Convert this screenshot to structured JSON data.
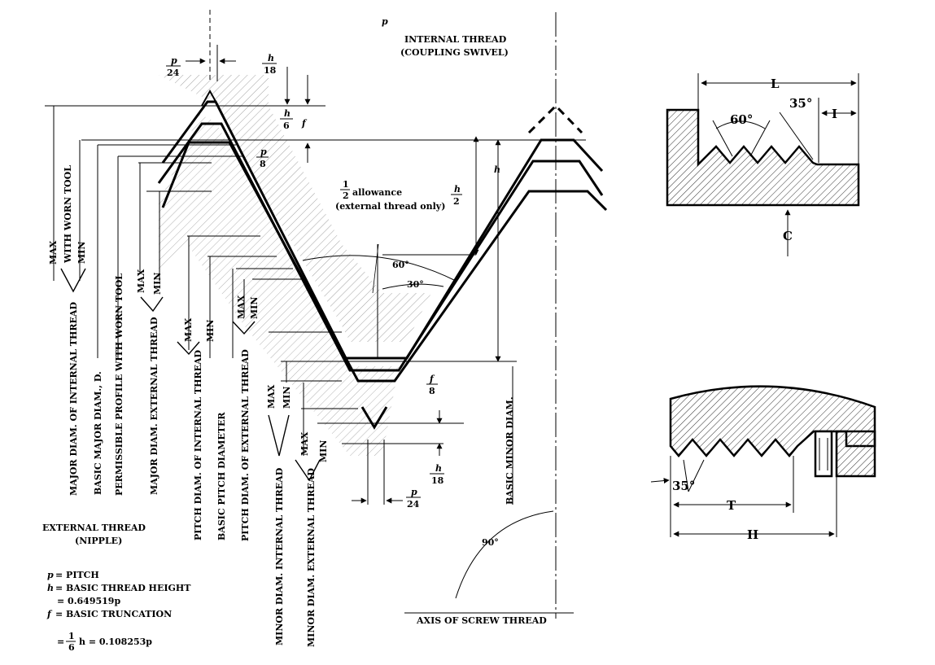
{
  "main": {
    "title": "INTERNAL THREAD",
    "subtitle": "(COUPLING SWIVEL)",
    "pitch_top": "p",
    "top_frac_p_num": "p",
    "top_frac_p_den": "24",
    "top_frac_h_num": "h",
    "top_frac_h_den": "18",
    "frac_h6_num": "h",
    "frac_h6_den": "6",
    "f_label": "f",
    "frac_p8_num": "p",
    "frac_p8_den": "8",
    "h_label": "h",
    "frac_h2_num": "h",
    "frac_h2_den": "2",
    "allowance_num": "1",
    "allowance_den": "2",
    "allowance_text": "allowance",
    "allowance_sub": "(external thread only)",
    "angle_60": "60°",
    "angle_30": "30°",
    "frac_f8_num": "f",
    "frac_f8_den": "8",
    "frac_h18b_num": "h",
    "frac_h18b_den": "18",
    "frac_p24b_num": "p",
    "frac_p24b_den": "24",
    "angle_90": "90°",
    "axis_label": "AXIS OF SCREW THREAD",
    "vertical": {
      "max": "MAX",
      "min": "MIN",
      "with_worn_tool": "WITH WORN TOOL",
      "major_internal": "MAJOR DIAM. OF INTERNAL THREAD",
      "basic_major": "BASIC MAJOR DIAM., D.",
      "permissible": "PERMISSIBLE PROFILE WITH WORN TOOL",
      "major_external": "MAJOR DIAM. EXTERNAL THREAD",
      "pitch_internal": "PITCH DIAM. OF INTERNAL THREAD",
      "basic_pitch": "BASIC PITCH DIAMETER",
      "pitch_external": "PITCH DIAM. OF EXTERNAL THREAD",
      "minor_internal": "MINOR DIAM. INTERNAL THREAD",
      "minor_external": "MINOR DIAM. EXTERNAL THREAD",
      "basic_minor": "BASIC MINOR DIAM."
    },
    "legend": {
      "title": "EXTERNAL THREAD",
      "subtitle": "(NIPPLE)",
      "p_sym": "p",
      "p_def": "= PITCH",
      "h_sym": "h",
      "h_def": "= BASIC THREAD HEIGHT",
      "h_val": "= 0.649519p",
      "f_sym": "f",
      "f_def": "= BASIC TRUNCATION",
      "f_eq_prefix": "=",
      "f_num": "1",
      "f_den": "6",
      "f_eq_rest": "h = 0.108253p"
    }
  },
  "detail_top": {
    "L": "L",
    "angle_60": "60°",
    "angle_35": "35°",
    "I": "I",
    "C": "C"
  },
  "detail_bottom": {
    "angle_35": "35°",
    "T": "T",
    "H": "H"
  }
}
